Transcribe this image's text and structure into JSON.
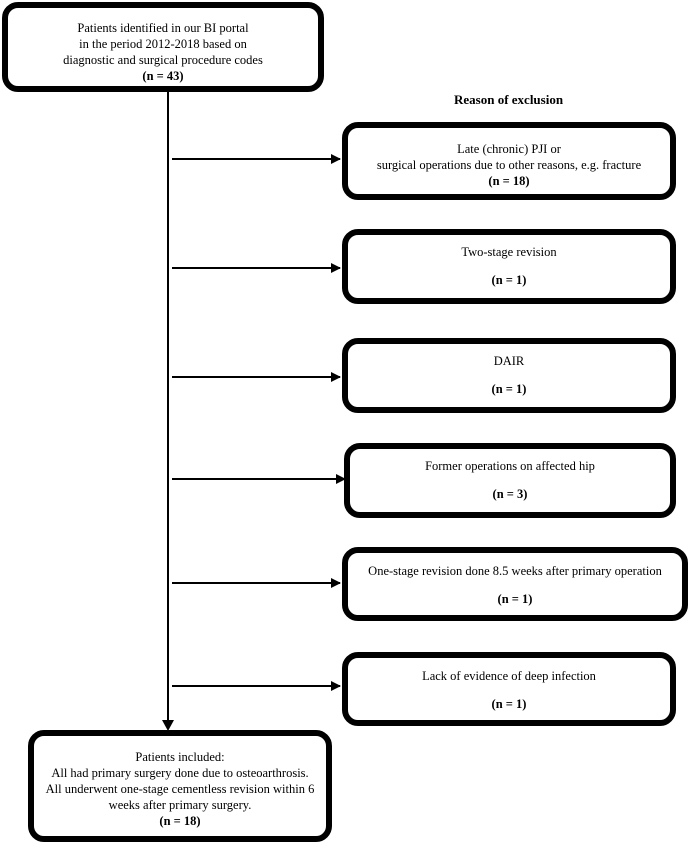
{
  "flowchart": {
    "start": {
      "lines": [
        "Patients identified in our BI portal",
        "in the period 2012-2018 based on",
        "diagnostic and surgical procedure codes"
      ],
      "count": "(n = 43)"
    },
    "exclusion_heading": "Reason of exclusion",
    "exclusions": [
      {
        "lines": [
          "Late (chronic) PJI or",
          "surgical operations due to other reasons, e.g. fracture"
        ],
        "count": "(n = 18)"
      },
      {
        "lines": [
          "Two-stage revision"
        ],
        "count": "(n = 1)"
      },
      {
        "lines": [
          "DAIR"
        ],
        "count": "(n = 1)"
      },
      {
        "lines": [
          "Former operations on affected hip"
        ],
        "count": "(n = 3)"
      },
      {
        "lines": [
          "One-stage revision done 8.5 weeks after primary operation"
        ],
        "count": "(n = 1)"
      },
      {
        "lines": [
          "Lack of evidence of deep infection"
        ],
        "count": "(n = 1)"
      }
    ],
    "end": {
      "lines": [
        "Patients included:",
        "All had primary surgery done due to osteoarthrosis.",
        "All underwent one-stage cementless revision within 6",
        "weeks after primary surgery."
      ],
      "count": "(n = 18)"
    }
  }
}
